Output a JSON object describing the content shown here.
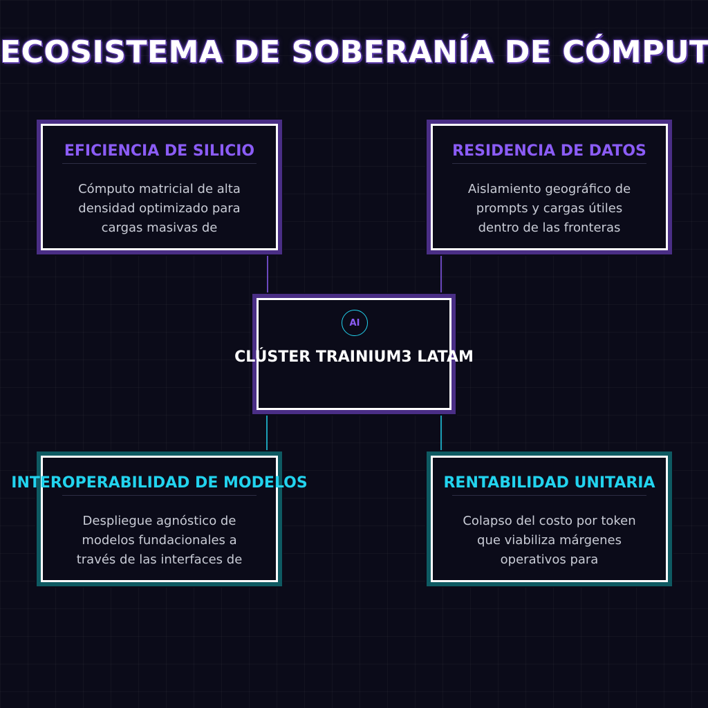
{
  "title": "ECOSISTEMA DE SOBERANÍA DE CÓMPUTO",
  "hub": {
    "badge": "AI",
    "label": "CLÚSTER TRAINIUM3 LATAM"
  },
  "cards": [
    {
      "heading": "EFICIENCIA DE SILICIO",
      "lines": [
        "Cómputo matricial de alta",
        "densidad optimizado para",
        "cargas masivas de"
      ]
    },
    {
      "heading": "RESIDENCIA DE DATOS",
      "lines": [
        "Aislamiento geográfico de",
        "prompts y cargas útiles",
        "dentro de las fronteras"
      ]
    },
    {
      "heading": "INTEROPERABILIDAD DE MODELOS",
      "lines": [
        "Despliegue agnóstico de",
        "modelos fundacionales a",
        "través de las interfaces de"
      ]
    },
    {
      "heading": "RENTABILIDAD UNITARIA",
      "lines": [
        "Colapso del costo por token",
        "que viabiliza márgenes",
        "operativos para"
      ]
    }
  ],
  "colors": {
    "purple": "#8b5cf6",
    "teal": "#22d3ee",
    "background": "#0b0b19"
  },
  "icons": {
    "hub": "ai-circle-icon"
  }
}
